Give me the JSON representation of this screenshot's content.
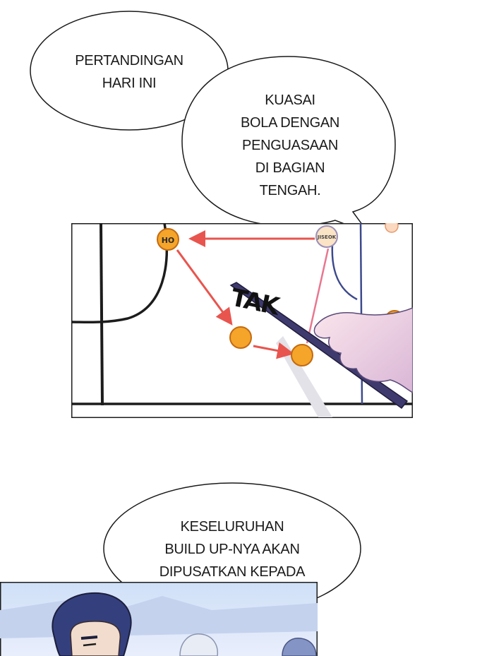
{
  "bubbles": [
    {
      "id": "b1",
      "text": "PERTANDINGAN\nHARI INI"
    },
    {
      "id": "b2",
      "text": "KUASAI\nBOLA DENGAN\nPENGUASAAN\nDI BAGIAN\nTENGAH."
    },
    {
      "id": "b3",
      "text": "KESELURUHAN\nBUILD UP-NYA AKAN\nDIPUSATKAN KEPADA\nJISEOK DAN HO."
    }
  ],
  "tactics_board": {
    "sound_effect": "TAK",
    "player_labels": {
      "ho": "HO",
      "jiseok": "JISEOK"
    },
    "colors": {
      "marker_fill": "#f4a52a",
      "marker_stroke": "#c46a10",
      "arrow": "#e8554e",
      "field_line_black": "#1c1c1c",
      "field_line_blue": "#3c4a8c"
    }
  }
}
